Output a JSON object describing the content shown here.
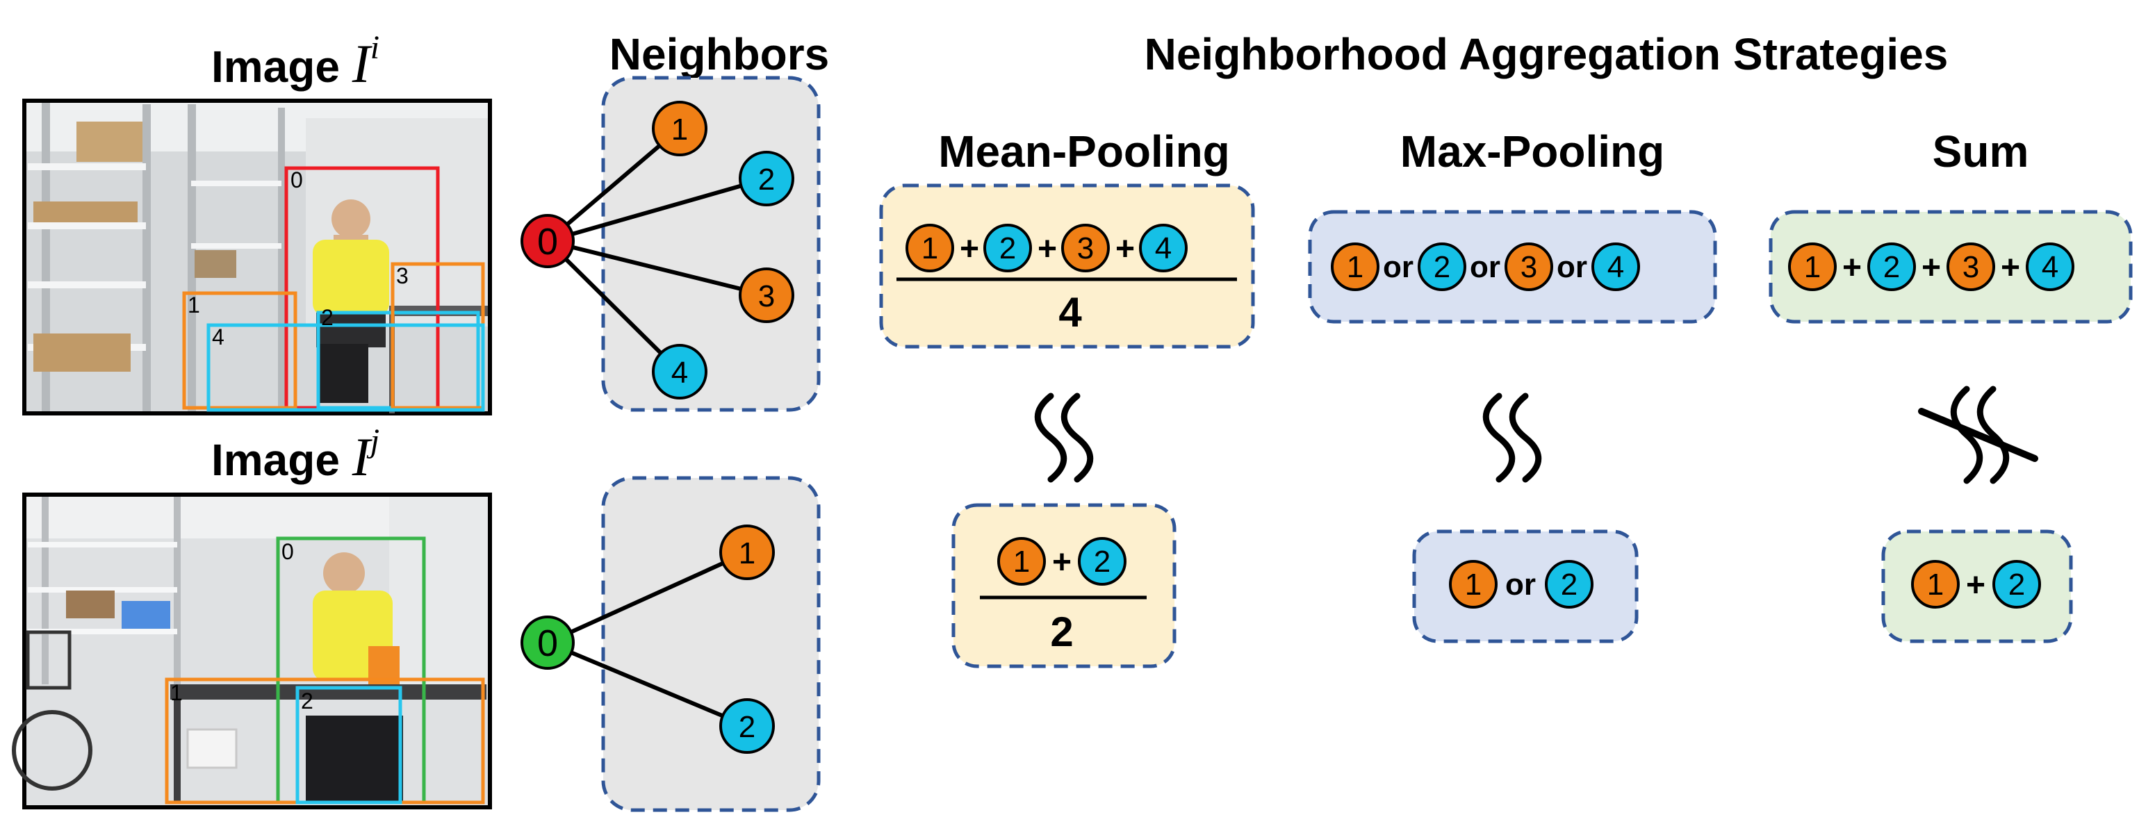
{
  "titles": {
    "image_i_prefix": "Image ",
    "image_i_var": "I",
    "image_i_sup": "i",
    "image_j_prefix": "Image ",
    "image_j_var": "I",
    "image_j_sup": "j",
    "neighbors": "Neighbors",
    "strategies": "Neighborhood Aggregation Strategies",
    "mean": "Mean-Pooling",
    "max": "Max-Pooling",
    "sum": "Sum"
  },
  "graph_i": {
    "center": "0",
    "neighbors": [
      "1",
      "2",
      "3",
      "4"
    ]
  },
  "graph_j": {
    "center": "0",
    "neighbors": [
      "1",
      "2"
    ]
  },
  "image_i_boxes": [
    "0",
    "1",
    "2",
    "3",
    "4"
  ],
  "image_j_boxes": [
    "0",
    "1",
    "2"
  ],
  "ops": {
    "plus": "+",
    "or": "or"
  },
  "mean_i": {
    "nodes": [
      "1",
      "2",
      "3",
      "4"
    ],
    "denominator": "4"
  },
  "mean_j": {
    "nodes": [
      "1",
      "2"
    ],
    "denominator": "2"
  },
  "max_i": {
    "nodes": [
      "1",
      "2",
      "3",
      "4"
    ]
  },
  "max_j": {
    "nodes": [
      "1",
      "2"
    ]
  },
  "sum_i": {
    "nodes": [
      "1",
      "2",
      "3",
      "4"
    ]
  },
  "sum_j": {
    "nodes": [
      "1",
      "2"
    ]
  },
  "colors": {
    "orange": "#f07f15",
    "cyan": "#15c0e6",
    "red": "#e3161e",
    "green": "#2cc13a",
    "dash_border": "#2f5597",
    "neighbors_bg": "#e6e6e6",
    "mean_bg": "#fdf0cf",
    "max_bg": "#d9e1f2",
    "sum_bg": "#e2efda",
    "bbox_red": "#ee1c25",
    "bbox_orange": "#f58a1f",
    "bbox_cyan": "#27c6ee",
    "bbox_green": "#39b54a"
  }
}
